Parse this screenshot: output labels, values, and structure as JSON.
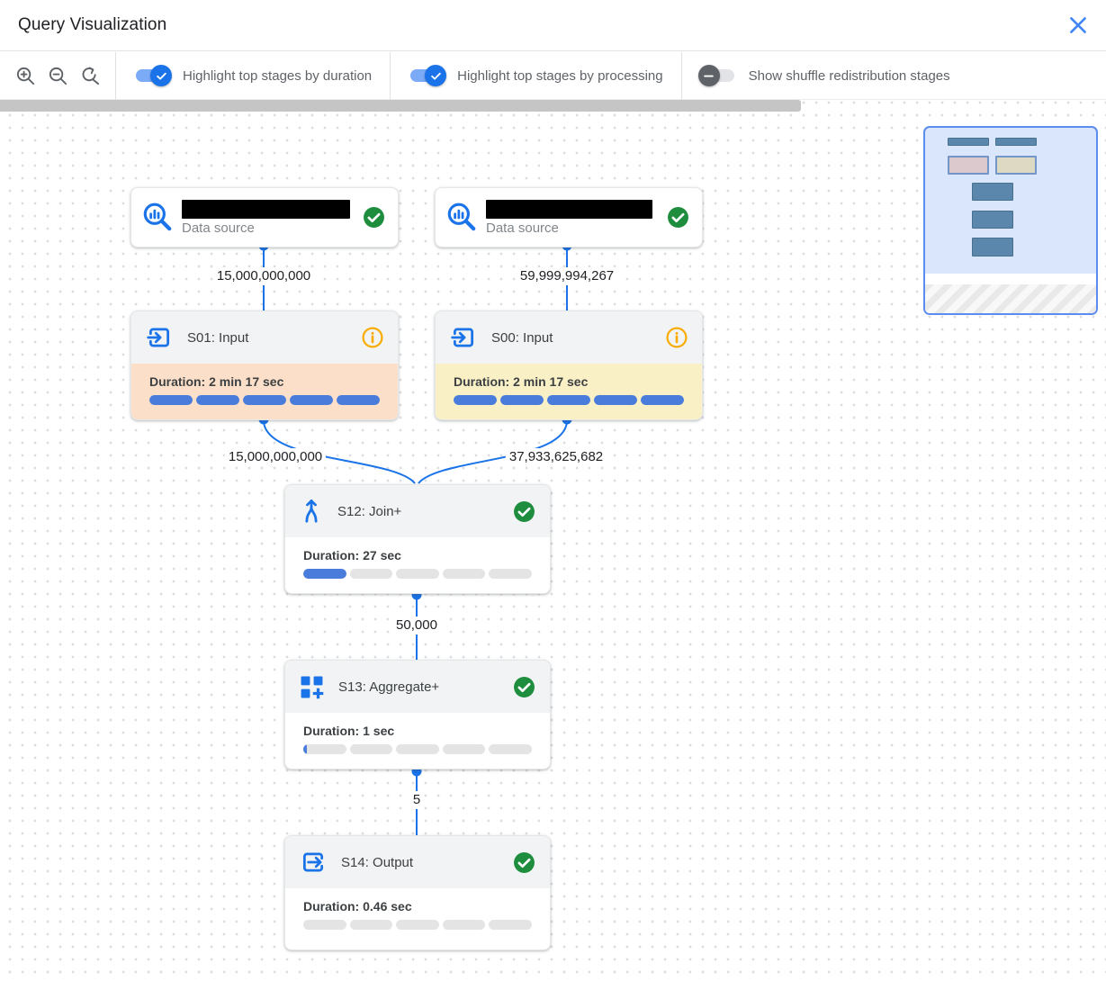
{
  "header": {
    "title": "Query Visualization",
    "close_icon": "close-x"
  },
  "toolbar": {
    "zoom_in_icon": "magnifier-plus",
    "zoom_out_icon": "magnifier-minus",
    "zoom_reset_icon": "magnifier-reset-arrow",
    "toggles": [
      {
        "label": "Highlight top stages by duration",
        "state": "on"
      },
      {
        "label": "Highlight top stages by processing",
        "state": "on"
      },
      {
        "label": "Show shuffle redistribution stages",
        "state": "off"
      }
    ]
  },
  "graph": {
    "sources": [
      {
        "name_redacted": true,
        "subtitle": "Data source",
        "status": "success",
        "icon": "data-source-magnifier-chart"
      },
      {
        "name_redacted": true,
        "subtitle": "Data source",
        "status": "success",
        "icon": "data-source-magnifier-chart"
      }
    ],
    "stages": [
      {
        "title": "S01: Input",
        "icon": "input",
        "status": "info",
        "duration": "Duration: 2 min 17 sec",
        "progress_fill": 1,
        "highlight": "top-duration"
      },
      {
        "title": "S00: Input",
        "icon": "input",
        "status": "info",
        "duration": "Duration: 2 min 17 sec",
        "progress_fill": 1,
        "highlight": "top-processing"
      },
      {
        "title": "S12: Join+",
        "icon": "join",
        "status": "success",
        "duration": "Duration: 27 sec",
        "progress_fill": 0.2,
        "highlight": "none"
      },
      {
        "title": "S13: Aggregate+",
        "icon": "aggregate",
        "status": "success",
        "duration": "Duration: 1 sec",
        "progress_fill": 0.016,
        "highlight": "none"
      },
      {
        "title": "S14: Output",
        "icon": "output",
        "status": "success",
        "duration": "Duration: 0.46 sec",
        "progress_fill": 0,
        "highlight": "none"
      }
    ],
    "edge_labels": [
      "15,000,000,000",
      "59,999,994,267",
      "15,000,000,000",
      "37,933,625,682",
      "50,000",
      "5"
    ]
  },
  "minimap": {
    "description": "overview map with viewport and stage thumbnails"
  },
  "colors": {
    "accent_blue": "#1a73e8",
    "progress_blue": "#4a7ddb",
    "success_green": "#1e8e3e",
    "warning_orange": "#f9ab00",
    "highlight_duration_bg": "#fbdfc8",
    "highlight_processing_bg": "#faf0c6",
    "stage_header_bg": "#f1f3f4",
    "toggle_on_track": "#7baaf7",
    "toggle_off_thumb": "#5f6368"
  }
}
